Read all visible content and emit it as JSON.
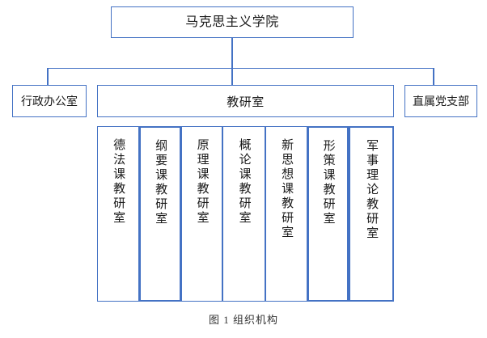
{
  "figure": {
    "caption": "图 1 组织机构",
    "accent_color": "#4472c4",
    "text_color": "#1a1a1a",
    "background_color": "#ffffff"
  },
  "org": {
    "root": {
      "label": "马克思主义学院"
    },
    "level2": [
      {
        "label": "行政办公室"
      },
      {
        "label": "教研室"
      },
      {
        "label": "直属党支部"
      }
    ],
    "teaching_office": {
      "label": "教研室",
      "departments": [
        {
          "label": "德法课教研室"
        },
        {
          "label": "纲要课教研室"
        },
        {
          "label": "原理课教研室"
        },
        {
          "label": "概论课教研室"
        },
        {
          "label": "新思想课教研室"
        },
        {
          "label": "形策课教研室"
        },
        {
          "label": "军事理论教研室"
        }
      ]
    }
  }
}
